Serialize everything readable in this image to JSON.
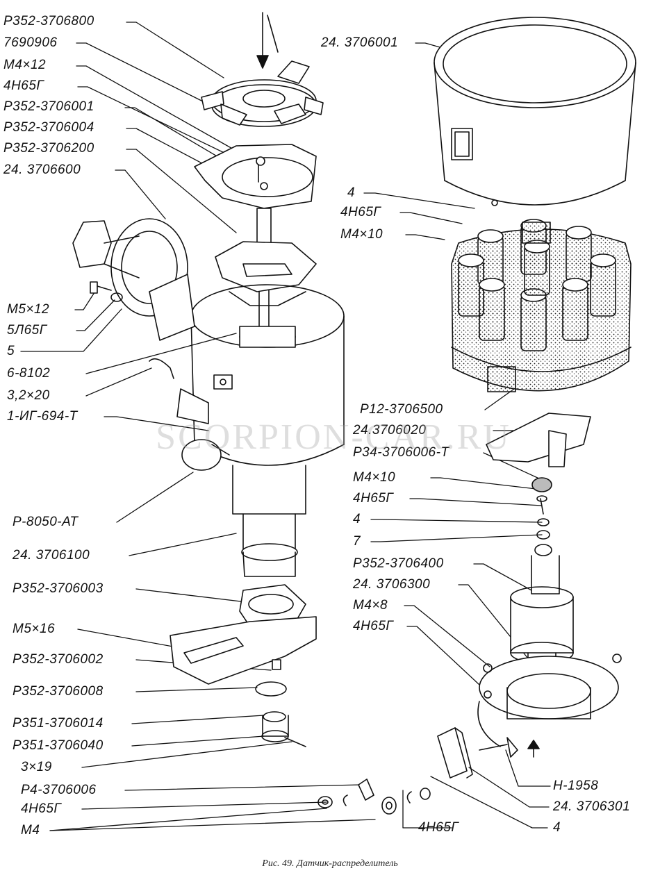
{
  "caption": "Рис. 49. Датчик-распределитель",
  "watermark": "SCORPION-CAR.RU",
  "labels": [
    "Р352-3706800",
    "7690906",
    "М4×12",
    "4Н65Г",
    "Р352-3706001",
    "Р352-3706004",
    "Р352-3706200",
    "24. 3706600",
    "М5×12",
    "5Л65Г",
    "5",
    "6-8102",
    "3,2×20",
    "1-ИГ-694-Т",
    "Р-8050-АТ",
    "24. 3706100",
    "Р352-3706003",
    "М5×16",
    "Р352-3706002",
    "Р352-3706008",
    "Р351-3706014",
    "Р351-3706040",
    "3×19",
    "Р4-3706006",
    "4Н65Г",
    "М4",
    "24. 3706001",
    "4",
    "4Н65Г",
    "М4×10",
    "Р12-3706500",
    "24.3706020",
    "Р34-3706006-Т",
    "М4×10",
    "4Н65Г",
    "4",
    "7",
    "Р352-3706400",
    "24. 3706300",
    "М4×8",
    "4Н65Г",
    "Н-1958",
    "24. 3706301",
    "4Н65Г",
    "4"
  ]
}
